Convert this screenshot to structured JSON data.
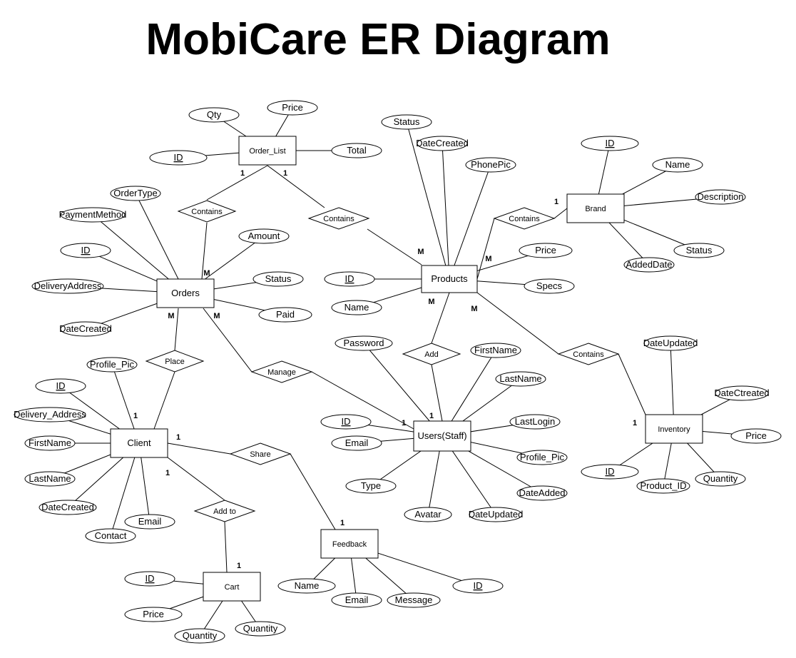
{
  "title": "MobiCare ER Diagram",
  "entities": [
    {
      "id": "order_list",
      "label": "Order_List"
    },
    {
      "id": "orders",
      "label": "Orders"
    },
    {
      "id": "products",
      "label": "Products"
    },
    {
      "id": "brand",
      "label": "Brand"
    },
    {
      "id": "client",
      "label": "Client"
    },
    {
      "id": "users",
      "label": "Users(Staff)"
    },
    {
      "id": "inventory",
      "label": "Inventory"
    },
    {
      "id": "feedback",
      "label": "Feedback"
    },
    {
      "id": "cart",
      "label": "Cart"
    }
  ],
  "attributes": [
    {
      "entity": "order_list",
      "label": "Qty",
      "key": false
    },
    {
      "entity": "order_list",
      "label": "Price",
      "key": false
    },
    {
      "entity": "order_list",
      "label": "ID",
      "key": true
    },
    {
      "entity": "order_list",
      "label": "Total",
      "key": false
    },
    {
      "entity": "orders",
      "label": "OrderType",
      "key": false
    },
    {
      "entity": "orders",
      "label": "PaymentMethod",
      "key": false
    },
    {
      "entity": "orders",
      "label": "ID",
      "key": true
    },
    {
      "entity": "orders",
      "label": "DeliveryAddress",
      "key": false
    },
    {
      "entity": "orders",
      "label": "DateCreated",
      "key": false
    },
    {
      "entity": "orders",
      "label": "Amount",
      "key": false
    },
    {
      "entity": "orders",
      "label": "Status",
      "key": false
    },
    {
      "entity": "orders",
      "label": "Paid",
      "key": false
    },
    {
      "entity": "products",
      "label": "Status",
      "key": false
    },
    {
      "entity": "products",
      "label": "DateCreated",
      "key": false
    },
    {
      "entity": "products",
      "label": "PhonePic",
      "key": false
    },
    {
      "entity": "products",
      "label": "Price",
      "key": false
    },
    {
      "entity": "products",
      "label": "Specs",
      "key": false
    },
    {
      "entity": "products",
      "label": "ID",
      "key": true
    },
    {
      "entity": "products",
      "label": "Name",
      "key": false
    },
    {
      "entity": "brand",
      "label": "ID",
      "key": true
    },
    {
      "entity": "brand",
      "label": "Name",
      "key": false
    },
    {
      "entity": "brand",
      "label": "Description",
      "key": false
    },
    {
      "entity": "brand",
      "label": "Status",
      "key": false
    },
    {
      "entity": "brand",
      "label": "AddedDate",
      "key": false
    },
    {
      "entity": "client",
      "label": "Profile_Pic",
      "key": false
    },
    {
      "entity": "client",
      "label": "ID",
      "key": true
    },
    {
      "entity": "client",
      "label": "Delivery_Address",
      "key": false
    },
    {
      "entity": "client",
      "label": "FirstName",
      "key": false
    },
    {
      "entity": "client",
      "label": "LastName",
      "key": false
    },
    {
      "entity": "client",
      "label": "DateCreated",
      "key": false
    },
    {
      "entity": "client",
      "label": "Contact",
      "key": false
    },
    {
      "entity": "client",
      "label": "Email",
      "key": false
    },
    {
      "entity": "users",
      "label": "Password",
      "key": false
    },
    {
      "entity": "users",
      "label": "FirstName",
      "key": false
    },
    {
      "entity": "users",
      "label": "LastName",
      "key": false
    },
    {
      "entity": "users",
      "label": "LastLogin",
      "key": false
    },
    {
      "entity": "users",
      "label": "Profile_Pic",
      "key": false
    },
    {
      "entity": "users",
      "label": "DateAdded",
      "key": false
    },
    {
      "entity": "users",
      "label": "DateUpdated",
      "key": false
    },
    {
      "entity": "users",
      "label": "Avatar",
      "key": false
    },
    {
      "entity": "users",
      "label": "Type",
      "key": false
    },
    {
      "entity": "users",
      "label": "Email",
      "key": false
    },
    {
      "entity": "users",
      "label": "ID",
      "key": true
    },
    {
      "entity": "inventory",
      "label": "DateUpdated",
      "key": false
    },
    {
      "entity": "inventory",
      "label": "DateCtreated",
      "key": false
    },
    {
      "entity": "inventory",
      "label": "Price",
      "key": false
    },
    {
      "entity": "inventory",
      "label": "Quantity",
      "key": false
    },
    {
      "entity": "inventory",
      "label": "Product_ID",
      "key": false
    },
    {
      "entity": "inventory",
      "label": "ID",
      "key": true
    },
    {
      "entity": "feedback",
      "label": "Name",
      "key": false
    },
    {
      "entity": "feedback",
      "label": "Email",
      "key": false
    },
    {
      "entity": "feedback",
      "label": "Message",
      "key": false
    },
    {
      "entity": "feedback",
      "label": "ID",
      "key": true
    },
    {
      "entity": "cart",
      "label": "ID",
      "key": true
    },
    {
      "entity": "cart",
      "label": "Price",
      "key": false
    },
    {
      "entity": "cart",
      "label": "Quantity",
      "key": false
    },
    {
      "entity": "cart",
      "label": "Quantity",
      "key": false
    }
  ],
  "relationships": [
    {
      "label": "Contains",
      "a": "order_list",
      "b": "orders",
      "a_card": "1",
      "b_card": "M"
    },
    {
      "label": "Contains",
      "a": "order_list",
      "b": "products",
      "a_card": "1",
      "b_card": "M"
    },
    {
      "label": "Contains",
      "a": "brand",
      "b": "products",
      "a_card": "1",
      "b_card": "M"
    },
    {
      "label": "Place",
      "a": "orders",
      "b": "client",
      "a_card": "M",
      "b_card": "1"
    },
    {
      "label": "Manage",
      "a": "orders",
      "b": "users",
      "a_card": "M",
      "b_card": "1"
    },
    {
      "label": "Add",
      "a": "products",
      "b": "users",
      "a_card": "M",
      "b_card": "1"
    },
    {
      "label": "Contains",
      "a": "products",
      "b": "inventory",
      "a_card": "M",
      "b_card": "1"
    },
    {
      "label": "Share",
      "a": "client",
      "b": "feedback",
      "a_card": "1",
      "b_card": "1"
    },
    {
      "label": "Add to",
      "a": "client",
      "b": "cart",
      "a_card": "1",
      "b_card": "1"
    }
  ]
}
